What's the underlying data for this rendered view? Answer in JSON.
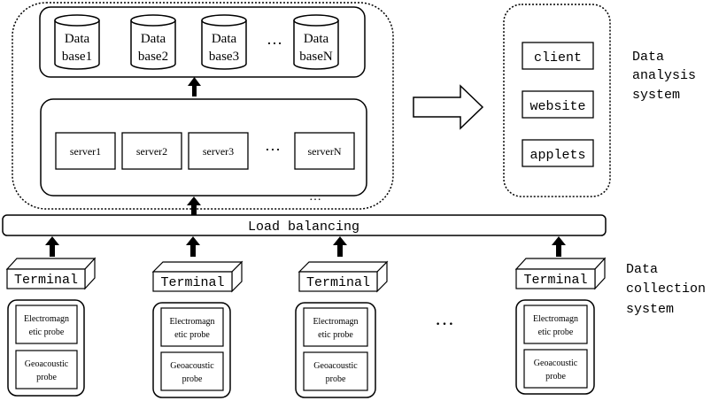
{
  "databases": [
    {
      "line1": "Data",
      "line2": "base1"
    },
    {
      "line1": "Data",
      "line2": "base2"
    },
    {
      "line1": "Data",
      "line2": "base3"
    },
    {
      "line1": "Data",
      "line2": "baseN"
    }
  ],
  "ellipsis": "…",
  "servers": [
    "server1",
    "server2",
    "server3",
    "serverN"
  ],
  "load_balancing": "Load balancing",
  "analysis_items": [
    "client",
    "website",
    "applets"
  ],
  "analysis_label": [
    "Data",
    "analysis",
    "system"
  ],
  "terminals": [
    "Terminal",
    "Terminal",
    "Terminal",
    "Terminal"
  ],
  "probes": {
    "electromagnetic": [
      "Electromagn",
      "etic probe"
    ],
    "geoacoustic": [
      "Geoacoustic",
      "probe"
    ]
  },
  "collection_label": [
    "Data",
    "collection",
    "system"
  ]
}
